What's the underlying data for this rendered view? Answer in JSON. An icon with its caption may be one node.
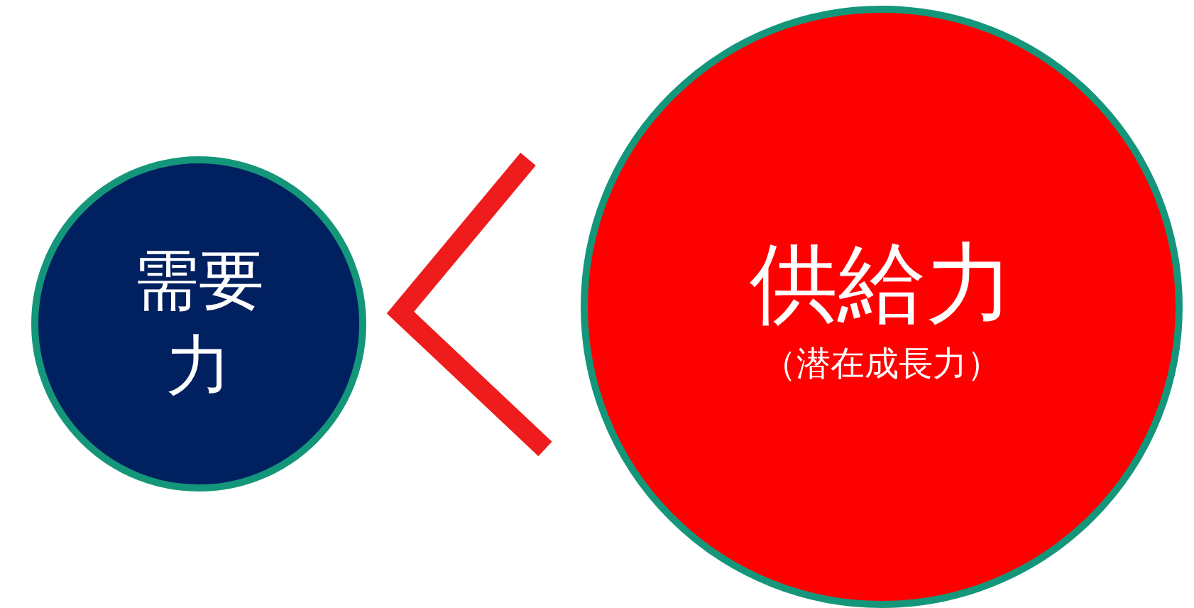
{
  "diagram": {
    "nodes": [
      {
        "text": [
          "需要力"
        ]
      },
      {
        "text": [
          "供給力",
          "（潜在成長力）"
        ]
      }
    ]
  }
}
